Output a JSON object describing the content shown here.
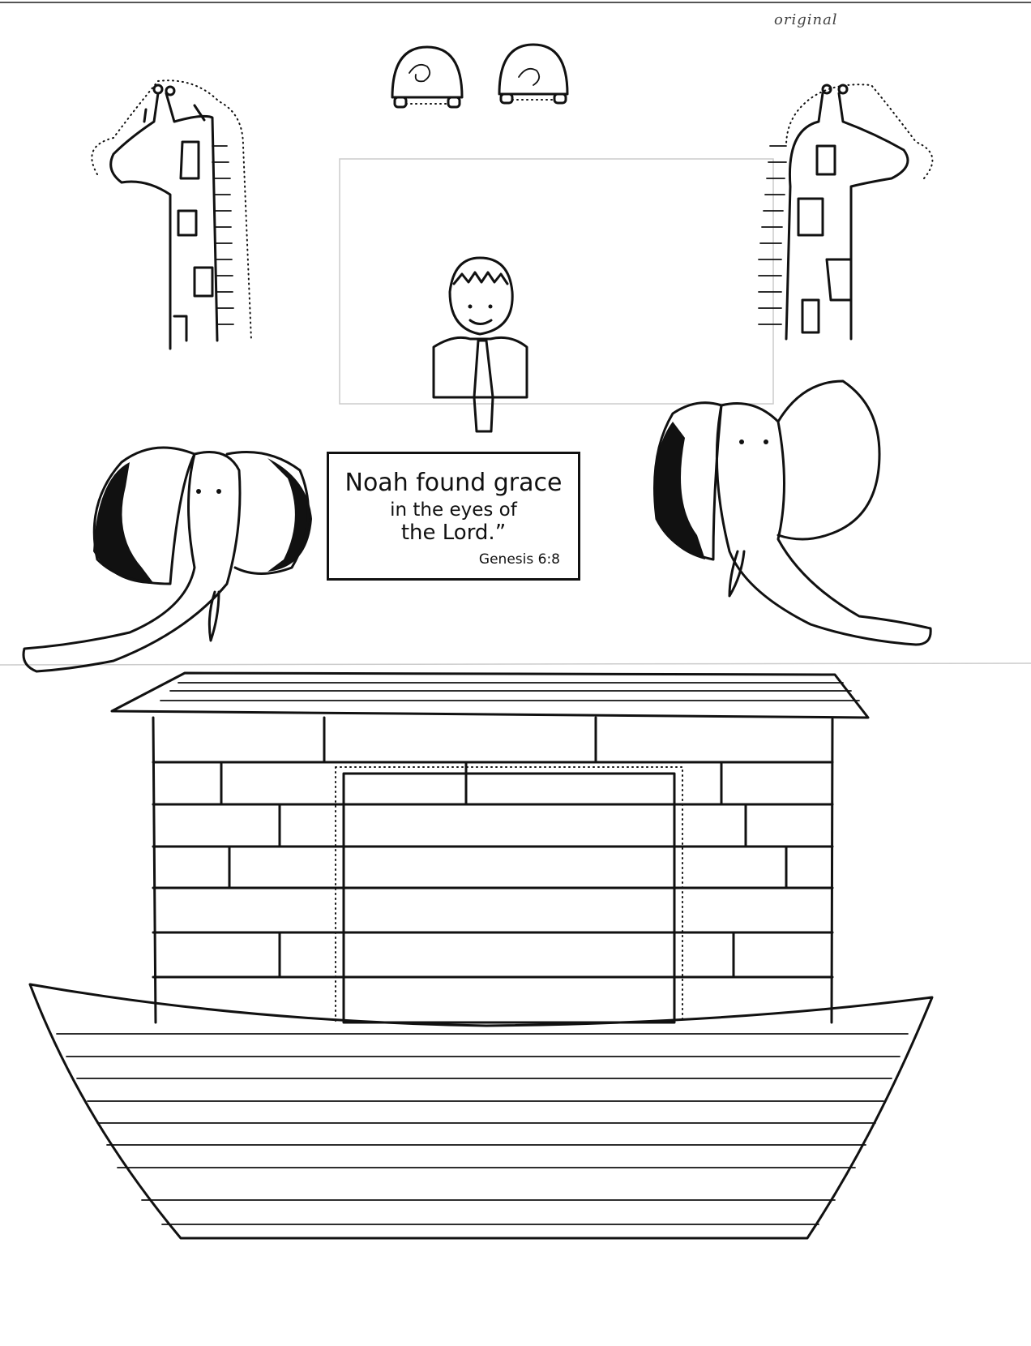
{
  "corner_note": "original",
  "sign": {
    "line1": "Noah found grace",
    "line2": "in the eyes of",
    "line3": "the Lord.”",
    "citation": "Genesis 6:8"
  },
  "colors": {
    "ink": "#111111",
    "paper": "#ffffff"
  }
}
